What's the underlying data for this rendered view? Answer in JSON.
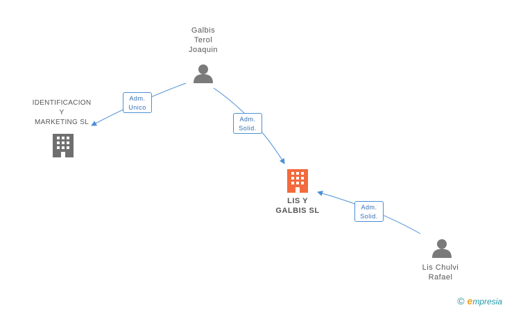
{
  "nodes": {
    "galbis": {
      "lines": [
        "Galbis",
        "Terol",
        "Joaquin"
      ],
      "type": "person"
    },
    "identificacion": {
      "lines": [
        "IDENTIFICACION",
        "Y",
        "MARKETING  SL"
      ],
      "type": "company"
    },
    "lisygalbis": {
      "lines": [
        "LIS Y",
        "GALBIS  SL"
      ],
      "type": "company-focus"
    },
    "lis": {
      "lines": [
        "Lis Chulvi",
        "Rafael"
      ],
      "type": "person"
    }
  },
  "edges": {
    "e1": {
      "lines": [
        "Adm.",
        "Unico"
      ]
    },
    "e2": {
      "lines": [
        "Adm.",
        "Solid."
      ]
    },
    "e3": {
      "lines": [
        "Adm.",
        "Solid."
      ]
    }
  },
  "colors": {
    "edge": "#4a8fd6",
    "person": "#7a7a7a",
    "company": "#6f6f6f",
    "focus": "#f26a3d"
  },
  "brand": {
    "copyright": "©",
    "e": "e",
    "name": "mpresia"
  }
}
